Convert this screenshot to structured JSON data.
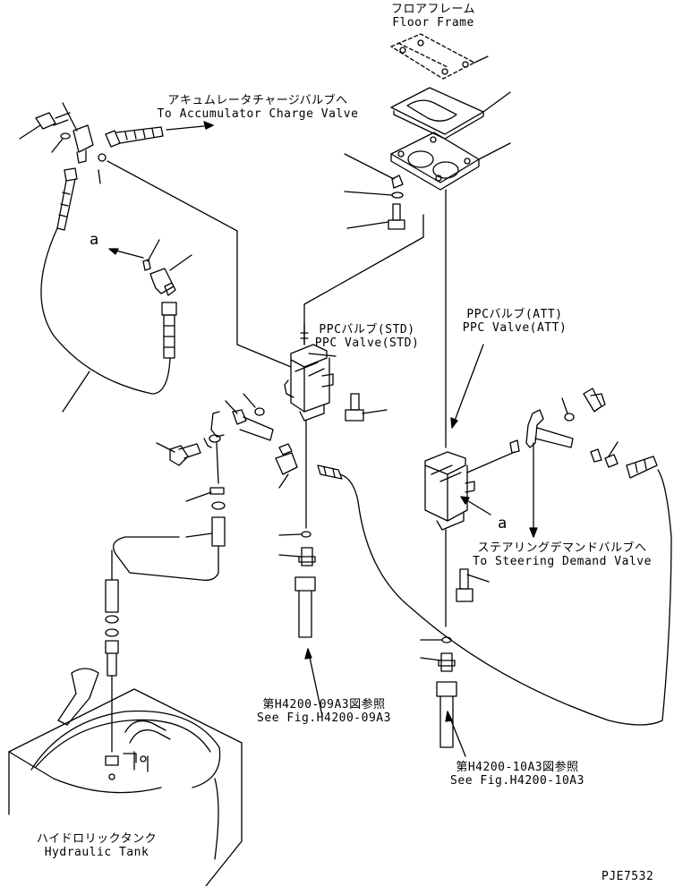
{
  "labels": {
    "floor_frame": {
      "jp": "フロアフレーム",
      "en": "Floor Frame"
    },
    "accumulator": {
      "jp": "アキュムレータチャージバルブへ",
      "en": "To Accumulator Charge Valve"
    },
    "ppc_std": {
      "jp": "PPCバルブ(STD)",
      "en": "PPC Valve(STD)"
    },
    "ppc_att": {
      "jp": "PPCバルブ(ATT)",
      "en": "PPC Valve(ATT)"
    },
    "steering": {
      "jp": "ステアリングデマンドバルブへ",
      "en": "To Steering Demand Valve"
    },
    "fig_09": {
      "jp": "第H4200-09A3図参照",
      "en": "See Fig.H4200-09A3"
    },
    "fig_10": {
      "jp": "第H4200-10A3図参照",
      "en": "See Fig.H4200-10A3"
    },
    "tank": {
      "jp": "ハイドロリックタンク",
      "en": "Hydraulic Tank"
    },
    "ref_a_left": "a",
    "ref_a_right": "a",
    "drawing_code": "PJE7532"
  }
}
